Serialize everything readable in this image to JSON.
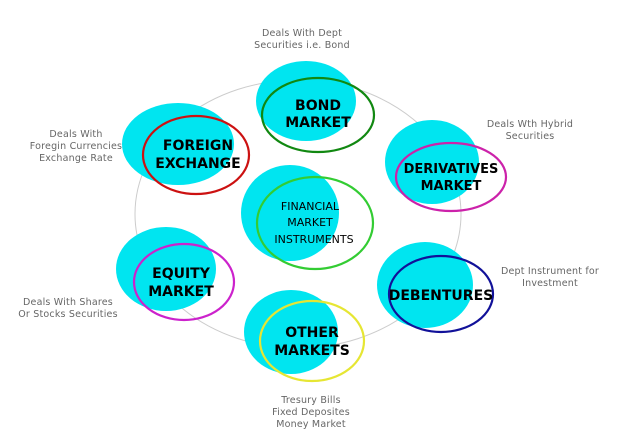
{
  "diagram": {
    "center": {
      "lines": [
        "FINANCIAL",
        "MARKET",
        "INSTRUMENTS"
      ],
      "ring_color": "#33cc33"
    },
    "nodes": [
      {
        "id": "bond",
        "lines": [
          "BOND",
          "MARKET"
        ],
        "ring_color": "#118811",
        "note": [
          "Deals With Dept",
          "Securities i.e. Bond"
        ]
      },
      {
        "id": "foreign-exchange",
        "lines": [
          "FOREIGN",
          "EXCHANGE"
        ],
        "ring_color": "#cc1111",
        "note": [
          "Deals With",
          "Foregin Currencies",
          "Exchange Rate"
        ]
      },
      {
        "id": "derivatives",
        "lines": [
          "DERIVATIVES",
          "MARKET"
        ],
        "ring_color": "#cc22aa",
        "note": [
          "Deals Wth Hybrid",
          "Securities"
        ]
      },
      {
        "id": "equity",
        "lines": [
          "EQUITY",
          "MARKET"
        ],
        "ring_color": "#cc22cc",
        "note": [
          "Deals With Shares",
          "Or Stocks Securities"
        ]
      },
      {
        "id": "debentures",
        "lines": [
          "DEBENTURES"
        ],
        "ring_color": "#111199",
        "note": [
          "Dept Instrument for",
          "Investment"
        ]
      },
      {
        "id": "other",
        "lines": [
          "OTHER",
          "MARKETS"
        ],
        "ring_color": "#e6e633",
        "note": [
          "Tresury Bills",
          "Fixed Deposites",
          "Money Market"
        ]
      }
    ],
    "colors": {
      "fill": "#00e5f0",
      "orbit": "#cccccc",
      "note_text": "#666666"
    }
  }
}
